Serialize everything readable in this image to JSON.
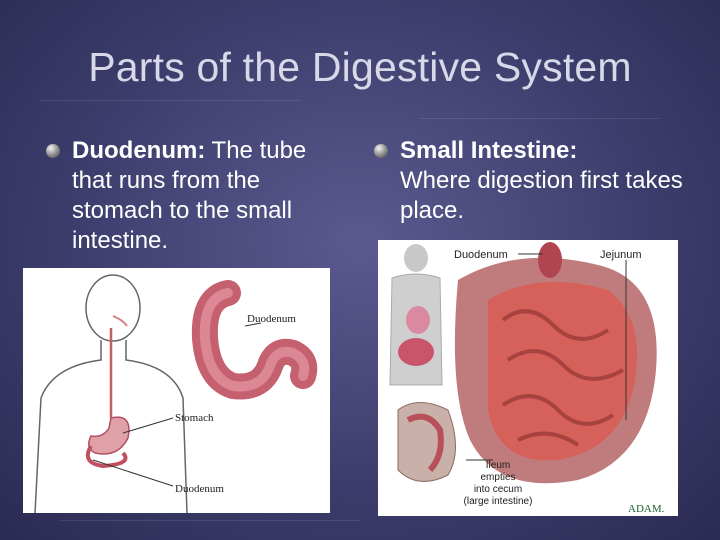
{
  "title": "Parts of the Digestive System",
  "left_column": {
    "term": "Duodenum:",
    "definition": " The tube that runs from the stomach to the small intestine.",
    "figure_labels": {
      "duodenum": "Duodenum",
      "stomach": "Stomach",
      "duodenum_bottom": "Duodenum"
    }
  },
  "right_column": {
    "term": "Small Intestine:",
    "definition": "Where digestion first takes place.",
    "figure_labels": {
      "duodenum": "Duodenum",
      "jejunum": "Jejunum",
      "ileum_line1": "Ileum",
      "ileum_line2": "empties",
      "ileum_line3": "into cecum",
      "ileum_line4": "(large intestine)",
      "brand": "ADAM."
    }
  },
  "colors": {
    "background": "#3e3e6e",
    "title": "#d8d8e8",
    "text": "#ffffff"
  }
}
